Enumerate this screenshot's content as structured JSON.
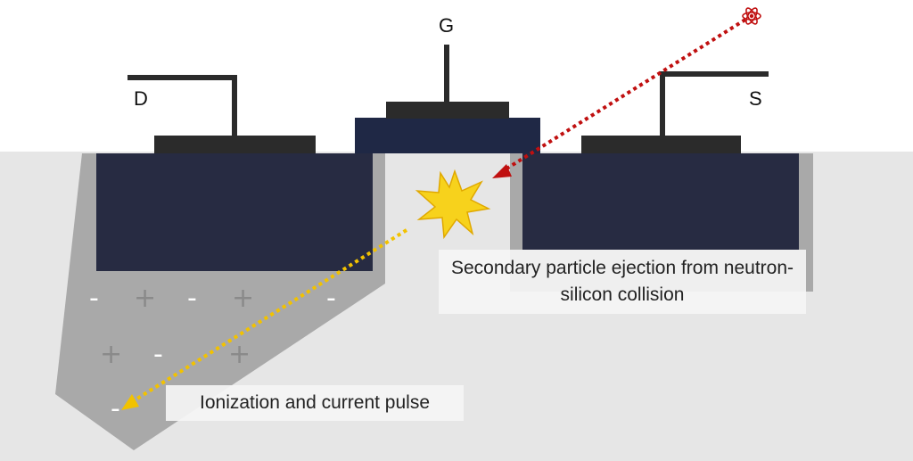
{
  "terminals": {
    "drain": "D",
    "gate": "G",
    "source": "S"
  },
  "annotations": {
    "secondary_particle": "Secondary particle ejection from neutron-silicon collision",
    "ionization": "Ionization and current pulse"
  },
  "charges": {
    "minus": "-",
    "plus": "+"
  },
  "icons": {
    "particle": "atom-icon",
    "impact": "collision-burst-icon"
  },
  "colors": {
    "substrate": "#e6e6e6",
    "well": "#a8a8a8",
    "diffusion": "#272b42",
    "gate_oxide": "#1f2845",
    "contact": "#2b2b2b",
    "neutron_path": "#c01010",
    "ion_path": "#f2c200",
    "burst": "#f7d21c"
  }
}
